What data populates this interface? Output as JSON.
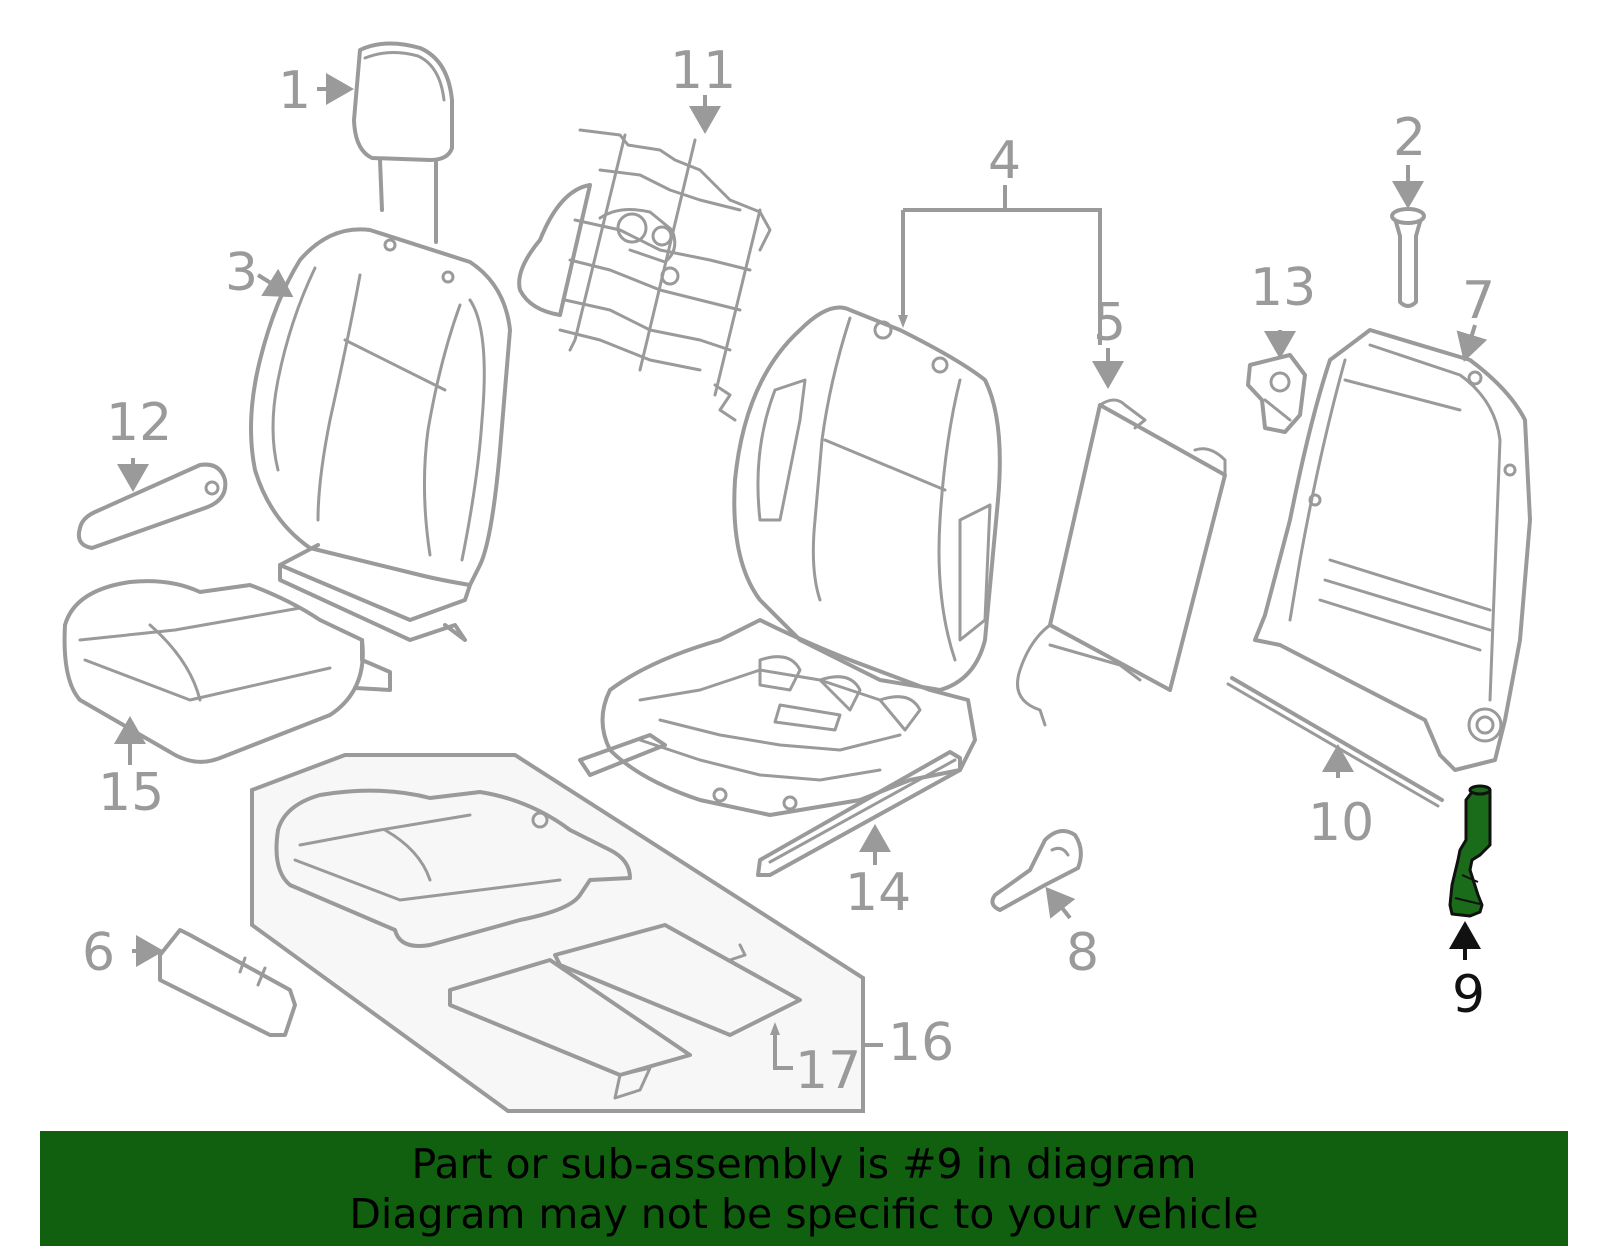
{
  "callouts": {
    "c1": "1",
    "c2": "2",
    "c3": "3",
    "c4": "4",
    "c5": "5",
    "c6": "6",
    "c7": "7",
    "c8": "8",
    "c9": "9",
    "c10": "10",
    "c11": "11",
    "c12": "12",
    "c13": "13",
    "c14": "14",
    "c15": "15",
    "c16": "16",
    "c17": "17"
  },
  "highlight_part": "9",
  "banner": {
    "line1": "Part or sub-assembly is #9 in diagram",
    "line2": "Diagram may not be specific to your vehicle"
  },
  "colors": {
    "line_art": "#9a9a9a",
    "highlight_fill": "#1a6b1a",
    "banner_bg": "#11600f",
    "kit_fill": "#f7f7f7",
    "callout_highlight": "#111111"
  }
}
